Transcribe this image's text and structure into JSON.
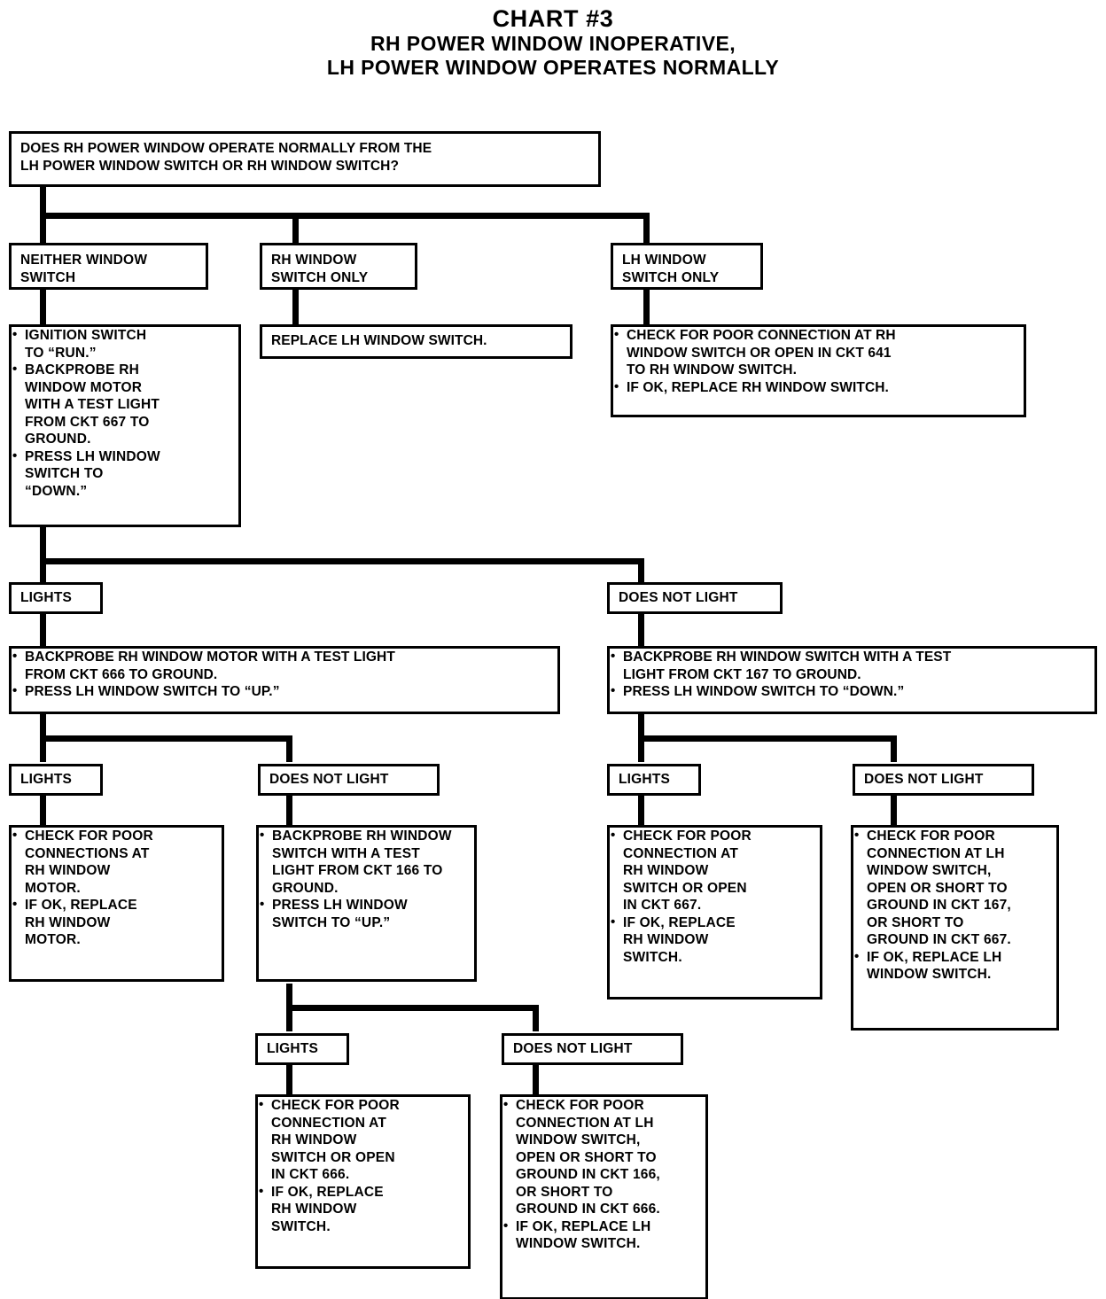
{
  "title": {
    "main": "CHART #3",
    "line2": "RH POWER WINDOW INOPERATIVE,",
    "line3": "LH POWER WINDOW OPERATES NORMALLY"
  },
  "nodes": {
    "q1": "DOES RH POWER WINDOW OPERATE NORMALLY FROM THE\nLH POWER WINDOW SWITCH OR RH WINDOW SWITCH?",
    "b_neither": "NEITHER WINDOW\nSWITCH",
    "b_rh_only": "RH WINDOW\nSWITCH ONLY",
    "b_lh_only": "LH WINDOW\nSWITCH ONLY",
    "a_neither": [
      "IGNITION SWITCH\nTO “RUN.”",
      "BACKPROBE RH\nWINDOW MOTOR\nWITH A TEST LIGHT\nFROM CKT 667 TO\nGROUND.",
      "PRESS LH WINDOW\nSWITCH TO\n“DOWN.”"
    ],
    "a_rh_only": "REPLACE LH WINDOW SWITCH.",
    "a_lh_only": [
      "CHECK FOR POOR CONNECTION AT RH\nWINDOW SWITCH OR OPEN IN CKT 641\nTO RH WINDOW SWITCH.",
      "IF OK, REPLACE RH WINDOW SWITCH."
    ],
    "lbl_lights_1": "LIGHTS",
    "lbl_dnl_1": "DOES NOT LIGHT",
    "a_lights_1": [
      "BACKPROBE RH WINDOW MOTOR WITH A TEST LIGHT\nFROM CKT 666 TO GROUND.",
      "PRESS LH WINDOW SWITCH TO “UP.”"
    ],
    "a_dnl_1": [
      "BACKPROBE RH WINDOW SWITCH WITH A TEST\nLIGHT FROM CKT 167 TO GROUND.",
      "PRESS LH WINDOW SWITCH TO “DOWN.”"
    ],
    "lbl_lights_2": "LIGHTS",
    "lbl_dnl_2": "DOES NOT LIGHT",
    "lbl_lights_3": "LIGHTS",
    "lbl_dnl_3": "DOES NOT LIGHT",
    "a_lights_2": [
      "CHECK FOR POOR\nCONNECTIONS AT\nRH WINDOW\nMOTOR.",
      "IF OK, REPLACE\nRH WINDOW\nMOTOR."
    ],
    "a_dnl_2": [
      "BACKPROBE RH WINDOW\nSWITCH WITH A TEST\nLIGHT FROM CKT 166 TO\nGROUND.",
      "PRESS LH WINDOW\nSWITCH TO “UP.”"
    ],
    "a_lights_3": [
      "CHECK FOR POOR\nCONNECTION AT\nRH WINDOW\nSWITCH OR OPEN\nIN CKT 667.",
      "IF OK, REPLACE\nRH WINDOW\nSWITCH."
    ],
    "a_dnl_3": [
      "CHECK FOR POOR\nCONNECTION AT LH\nWINDOW SWITCH,\nOPEN OR SHORT TO\nGROUND IN CKT 167,\nOR SHORT TO\nGROUND IN CKT 667.",
      "IF OK, REPLACE LH\nWINDOW SWITCH."
    ],
    "lbl_lights_4": "LIGHTS",
    "lbl_dnl_4": "DOES NOT LIGHT",
    "a_lights_4": [
      "CHECK FOR POOR\nCONNECTION AT\nRH WINDOW\nSWITCH OR OPEN\nIN CKT 666.",
      "IF OK, REPLACE\nRH WINDOW\nSWITCH."
    ],
    "a_dnl_4": [
      "CHECK FOR POOR\nCONNECTION AT LH\nWINDOW SWITCH,\nOPEN OR SHORT TO\nGROUND IN CKT 166,\nOR SHORT TO\nGROUND IN CKT 666.",
      "IF OK, REPLACE LH\nWINDOW SWITCH."
    ]
  },
  "chart_data": {
    "type": "diagram",
    "title": "CHART #3 — RH POWER WINDOW INOPERATIVE, LH POWER WINDOW OPERATES NORMALLY",
    "root": "DOES RH POWER WINDOW OPERATE NORMALLY FROM THE LH POWER WINDOW SWITCH OR RH WINDOW SWITCH?",
    "branches": [
      "NEITHER WINDOW SWITCH",
      "RH WINDOW SWITCH ONLY",
      "LH WINDOW SWITCH ONLY"
    ]
  }
}
